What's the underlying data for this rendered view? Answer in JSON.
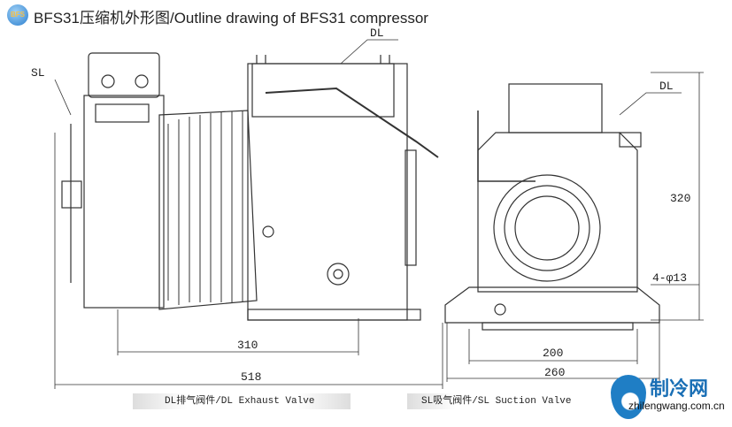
{
  "header": {
    "logo_text": "BFS",
    "title": "BFS31压缩机外形图/Outline drawing of BFS31 compressor"
  },
  "labels": {
    "sl": "SL",
    "dl_left": "DL",
    "dl_right": "DL",
    "height": "320",
    "holes": "4-φ13",
    "len_310": "310",
    "len_518": "518",
    "w_200": "200",
    "w_260": "260"
  },
  "captions": {
    "left": "DL排气阀件/DL Exhaust Valve",
    "right": "SL吸气阀件/SL Suction Valve"
  },
  "watermark": {
    "name": "制冷网",
    "url": "zhilengwang.com.cn"
  }
}
